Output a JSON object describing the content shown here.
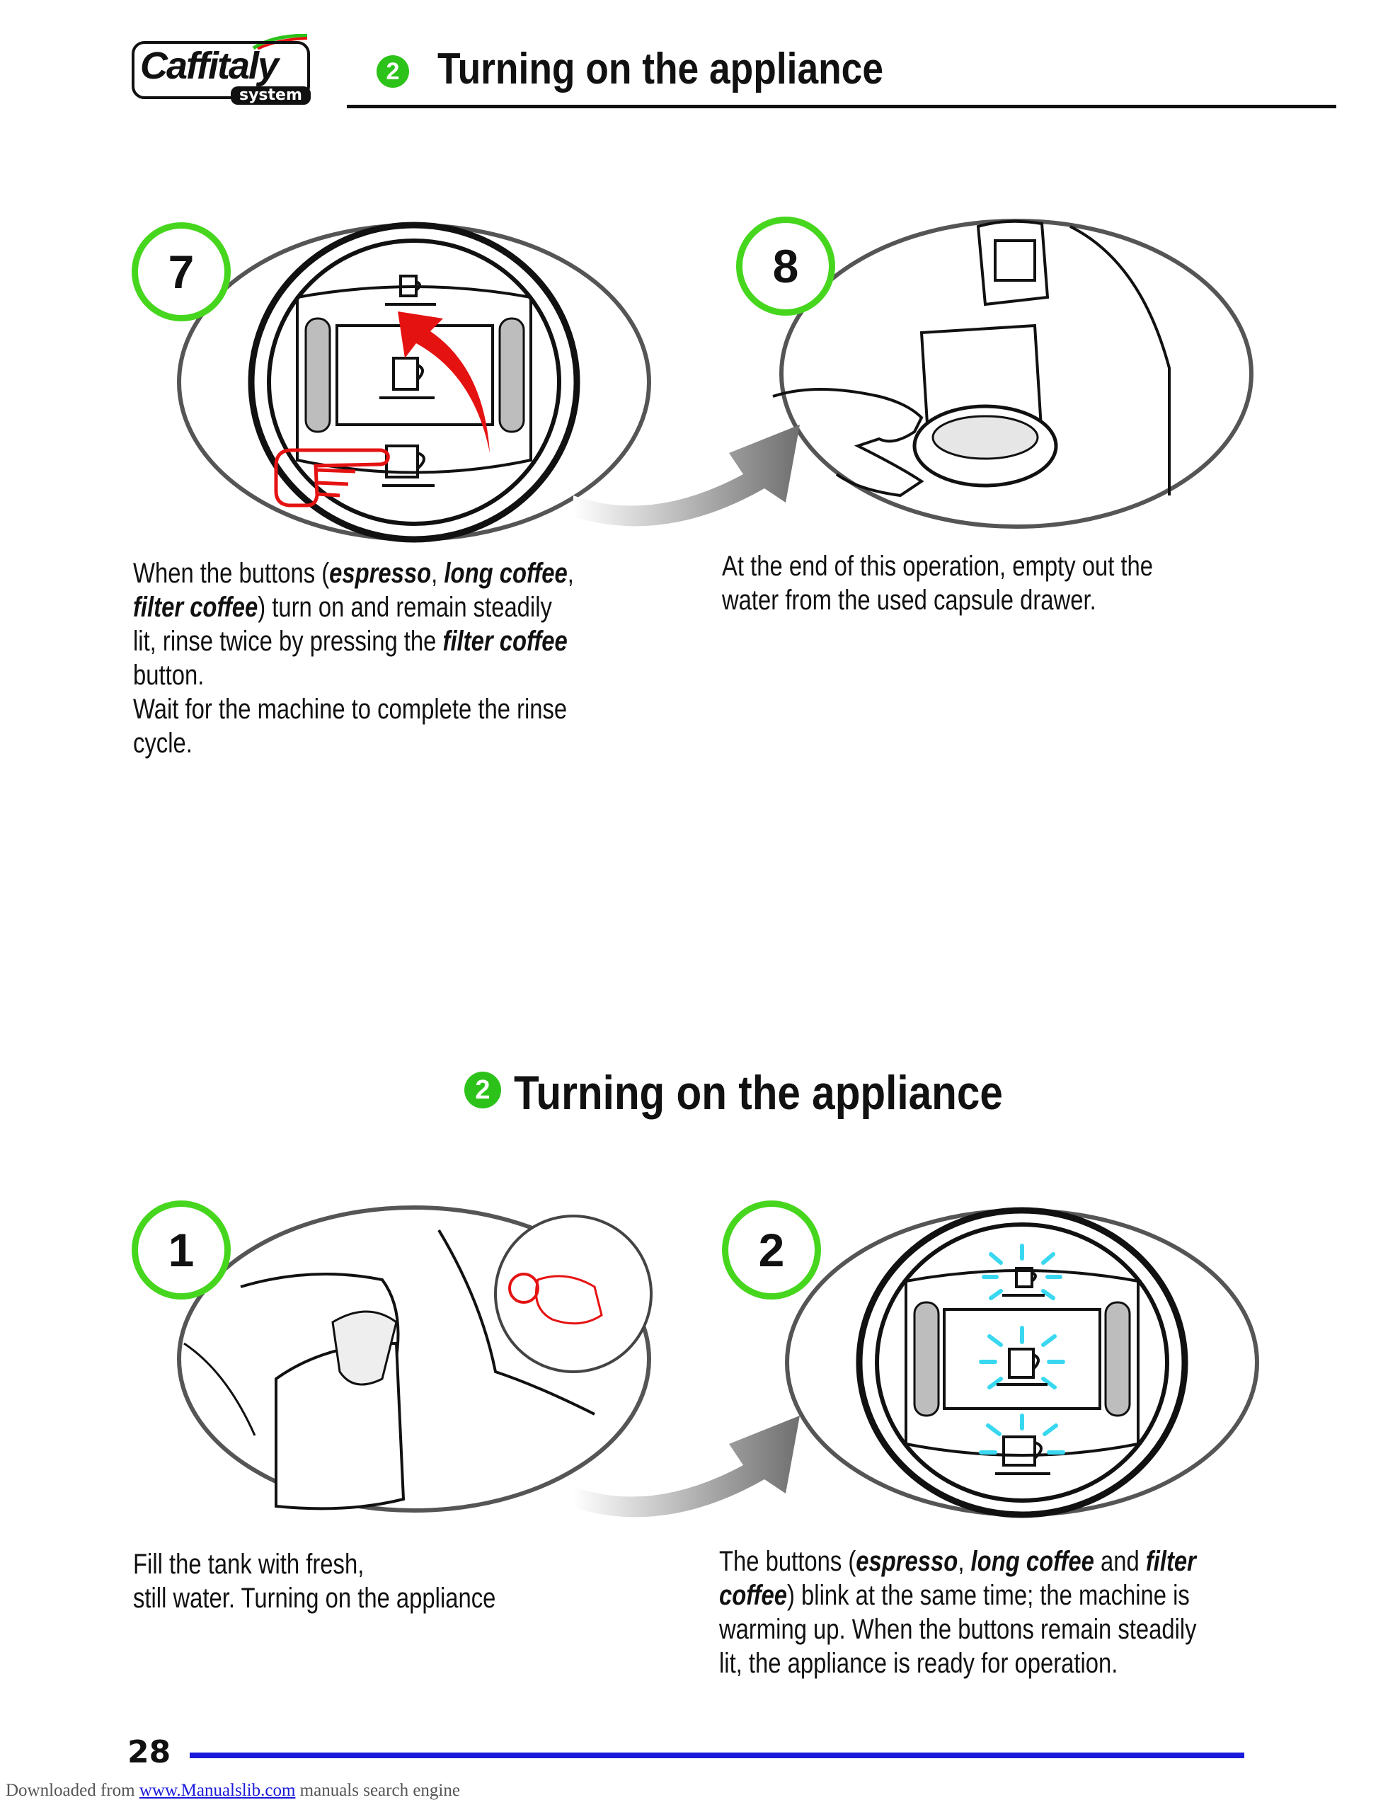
{
  "logo": {
    "brand": "Caffitaly",
    "sub": "system"
  },
  "header": {
    "badge": "2",
    "title": "Turning on the appliance"
  },
  "steps": {
    "s7": {
      "number": "7",
      "lines": [
        [
          "When the buttons (",
          {
            "b": "espresso"
          },
          ", ",
          {
            "b": "long coffee"
          },
          ","
        ],
        [
          {
            "b": "filter coffee"
          },
          ") turn on and remain steadily"
        ],
        [
          "lit, rinse twice by pressing the ",
          {
            "b": "filter coffee"
          }
        ],
        [
          "button."
        ],
        [
          "Wait for the machine to complete the rinse"
        ],
        [
          "cycle."
        ]
      ]
    },
    "s8": {
      "number": "8",
      "lines": [
        [
          "At the end of this operation, empty out the"
        ],
        [
          "water from the used capsule drawer."
        ]
      ]
    },
    "s1": {
      "number": "1",
      "lines": [
        [
          "Fill the tank with fresh,"
        ],
        [
          "still water. Turning on the appliance"
        ]
      ]
    },
    "s2": {
      "number": "2",
      "lines": [
        [
          "The buttons (",
          {
            "b": "espresso"
          },
          ", ",
          {
            "b": "long coffee"
          },
          " and ",
          {
            "b": "filter"
          }
        ],
        [
          {
            "b": "coffee"
          },
          ") blink at the same time; the machine is"
        ],
        [
          "warming up. When the buttons remain steadily"
        ],
        [
          "lit, the appliance is ready for operation."
        ]
      ]
    }
  },
  "section2": {
    "badge": "2",
    "title": "Turning on the appliance"
  },
  "footer": {
    "page_number": "28",
    "note_prefix": "Downloaded from ",
    "note_link": "www.Manualslib.com",
    "note_suffix": " manuals search engine"
  },
  "colors": {
    "badge_green": "#2dc21a",
    "step_ring_green": "#46d61e",
    "accent_red": "#e51212",
    "blink_cyan": "#3ad8f0",
    "footer_blue": "#1a1adb"
  }
}
